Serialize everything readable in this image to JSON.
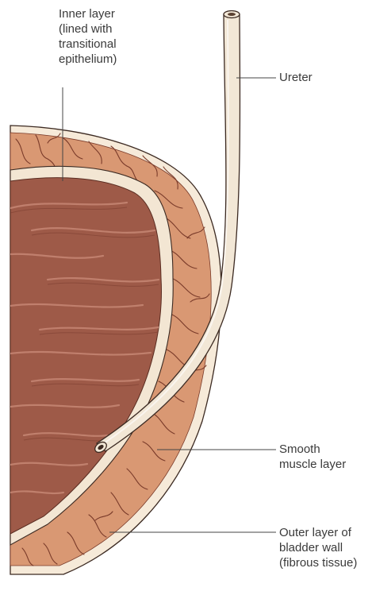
{
  "labels": {
    "inner_layer": [
      "Inner layer",
      "(lined with",
      "transitional",
      "epithelium)"
    ],
    "ureter": [
      "Ureter"
    ],
    "smooth_muscle": [
      "Smooth",
      "muscle layer"
    ],
    "outer_layer": [
      "Outer layer of",
      "bladder wall",
      "(fibrous tissue)"
    ]
  },
  "colors": {
    "muscle_layer": "#d99873",
    "muscle_vein": "#7a3b2a",
    "lumen": "#9e5a48",
    "lumen_fold": "#c48472",
    "epithelium": "#f3e6d3",
    "outer_fibrous": "#f6ead9",
    "ureter_fill": "#f2e7d6",
    "outline": "#3c2a22",
    "leader_line": "#444444"
  }
}
